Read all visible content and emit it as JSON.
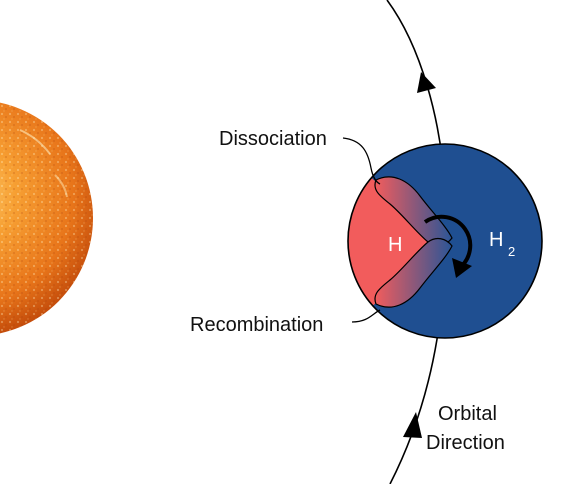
{
  "labels": {
    "dissociation": "Dissociation",
    "recombination": "Recombination",
    "hydrogen_atomic": "H",
    "hydrogen_molecular": "H",
    "hydrogen_molecular_subscript": "2",
    "orbital_line1": "Orbital",
    "orbital_line2": "Direction"
  },
  "colors": {
    "star_core": "#f7a033",
    "star_mid": "#e8751a",
    "star_edge": "#c24a0a",
    "night_side": "#1f4f91",
    "day_side": "#f25c5c",
    "outline": "#000000",
    "text_on_planet": "#ffffff",
    "text": "#111111"
  }
}
